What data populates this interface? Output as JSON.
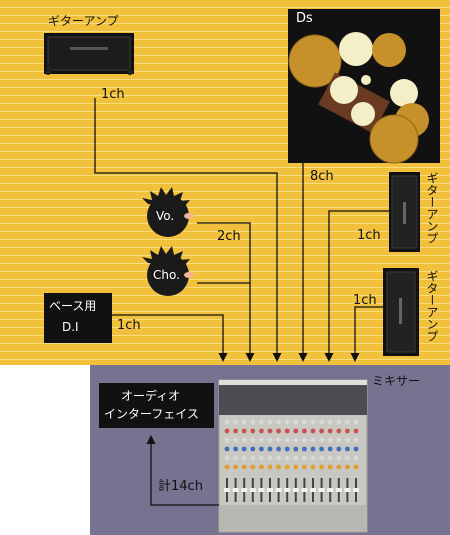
{
  "labels": {
    "guitar_amp_top": "ギターアンプ",
    "guitar_amp_right1": "ギターアンプ",
    "guitar_amp_right2": "ギターアンプ",
    "drums": "Ds",
    "vocal": "Vo.",
    "chorus": "Cho.",
    "bass_di_line1": "ベース用",
    "bass_di_line2": "D.I",
    "mixer": "ミキサー",
    "audio_interface_line1": "オーディオ",
    "audio_interface_line2": "インターフェイス"
  },
  "channels": {
    "guitar_top": "1ch",
    "drums": "8ch",
    "vocals": "2ch",
    "guitar_right1": "1ch",
    "guitar_right2": "1ch",
    "bass": "1ch",
    "total": "計14ch"
  },
  "colors": {
    "stage": "#f2c13c",
    "lower_panel": "#75738f",
    "drum_kit_bg": "#111111",
    "cymbal": "#c6902a",
    "drum_head": "#f4efc6",
    "drum_rug": "#6a3a22",
    "skin": "#f2b39b"
  }
}
